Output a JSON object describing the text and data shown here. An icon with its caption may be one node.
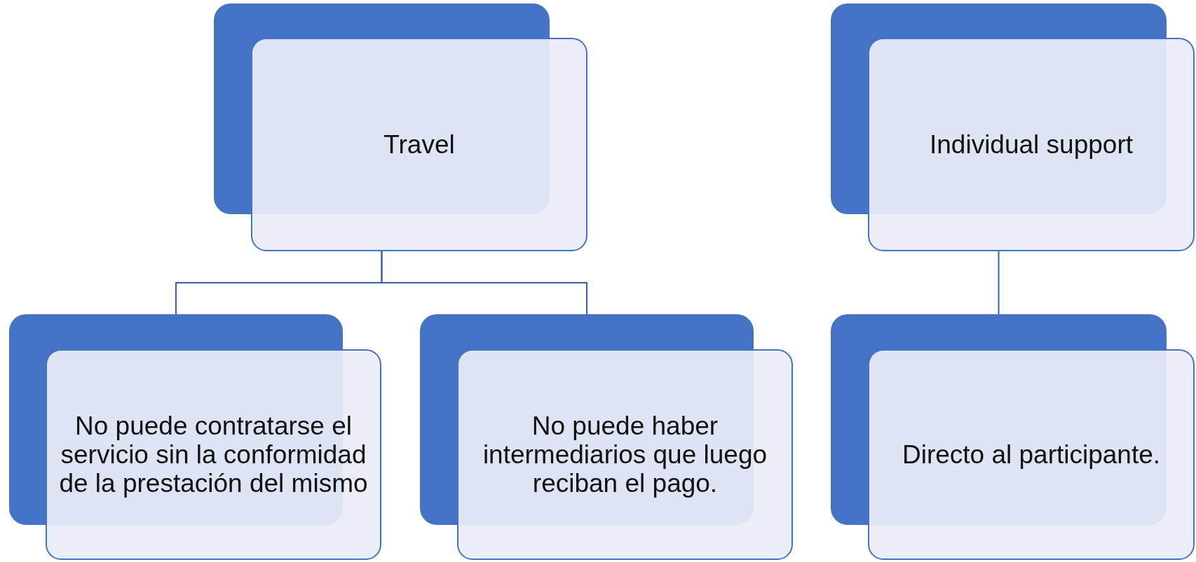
{
  "diagram": {
    "nodes": [
      {
        "text": [
          "Travel"
        ]
      },
      {
        "text": [
          "No puede contratarse el servicio sin la conformidad de la prestación del mismo"
        ]
      },
      {
        "text": [
          "No puede haber intermediarios que luego reciban el pago."
        ]
      },
      {
        "text": [
          "Individual support"
        ]
      },
      {
        "text": [
          "Directo al participante."
        ]
      }
    ],
    "edges": [
      {
        "from": 0,
        "to": 1,
        "arrow": "none"
      },
      {
        "from": 0,
        "to": 2,
        "arrow": "none"
      },
      {
        "from": 3,
        "to": 4,
        "arrow": "none"
      }
    ]
  }
}
